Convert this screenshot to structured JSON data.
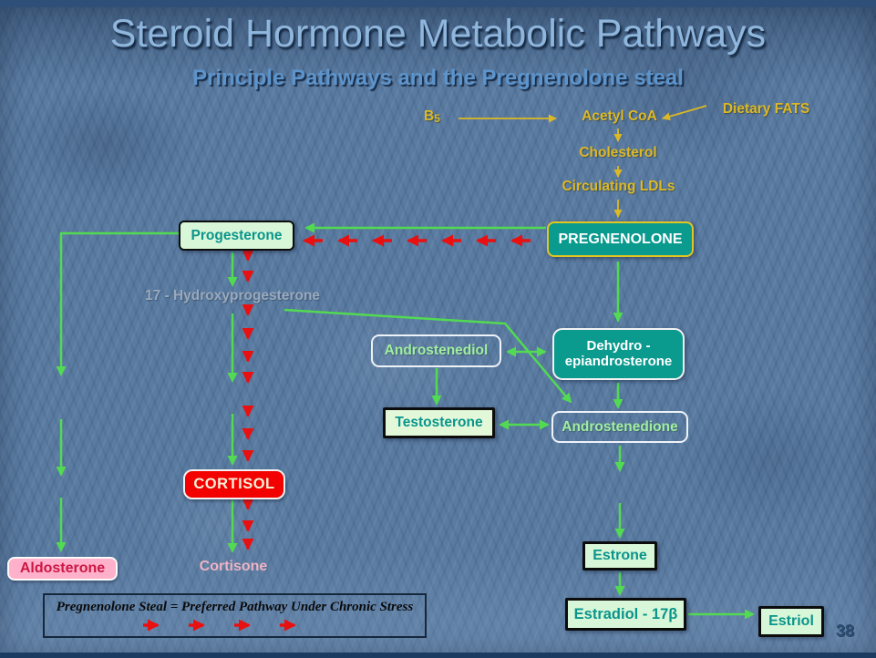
{
  "slide": {
    "title": "Steroid Hormone Metabolic Pathways",
    "subtitle": "Principle Pathways and the Pregnenolone steal",
    "page_number": "38"
  },
  "top_chain": {
    "b5_main": "B",
    "b5_sub": "5",
    "acetyl_coa": "Acetyl CoA",
    "dietary_fats": "Dietary FATS",
    "cholesterol": "Cholesterol",
    "circulating_ldls": "Circulating LDLs"
  },
  "nodes": {
    "pregnenolone": "PREGNENOLONE",
    "progesterone": "Progesterone",
    "hydroxyprogesterone": "17 - Hydroxyprogesterone",
    "androstenediol": "Androstenediol",
    "dehydro_line1": "Dehydro -",
    "dehydro_line2": "epiandrosterone",
    "testosterone": "Testosterone",
    "androstenedione": "Androstenedione",
    "cortisol": "CORTISOL",
    "aldosterone": "Aldosterone",
    "cortisone": "Cortisone",
    "estrone": "Estrone",
    "estradiol": "Estradiol - 17β",
    "estriol": "Estriol"
  },
  "legend": {
    "text": "Pregnenolone Steal = Preferred Pathway Under Chronic Stress"
  },
  "colors": {
    "background": "#5b7ca2",
    "title_text": "#8fb6dc",
    "subtitle_text": "#5d94cb",
    "yellow_text": "#ddb825",
    "green_arrow": "#52da52",
    "red_arrow": "#e81010",
    "teal_box_fill": "#0a9a8e",
    "mint_box_fill": "#d8f7d8",
    "teal_label_text": "#0a948c",
    "light_green_text": "#a0eea0",
    "pink_box_fill": "#ffb0cb",
    "crimson_text": "#cc1743",
    "pink_label_text": "#efb3c3",
    "gray_text": "#9aa9bb",
    "red_box_fill": "#f30000"
  }
}
